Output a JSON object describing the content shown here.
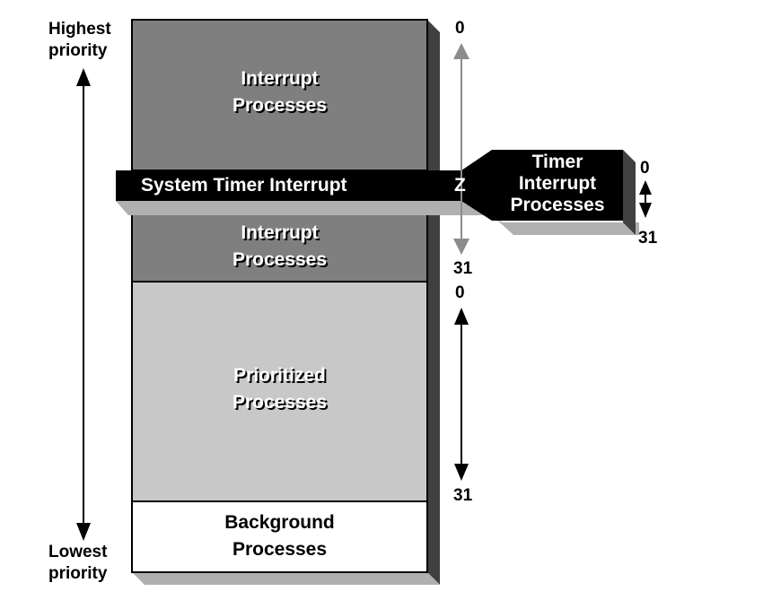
{
  "diagram": {
    "axis": {
      "top_label_line1": "Highest",
      "top_label_line2": "priority",
      "bottom_label_line1": "Lowest",
      "bottom_label_line2": "priority"
    },
    "stack": [
      {
        "id": "interrupt-upper",
        "line1": "Interrupt",
        "line2": "Processes",
        "fill": "#7f7f7f"
      },
      {
        "id": "system-timer",
        "line1": "System Timer Interrupt",
        "marker": "Z",
        "fill": "#000000"
      },
      {
        "id": "interrupt-lower",
        "line1": "Interrupt",
        "line2": "Processes",
        "fill": "#7f7f7f"
      },
      {
        "id": "prioritized",
        "line1": "Prioritized",
        "line2": "Processes",
        "fill": "#c8c8c8"
      },
      {
        "id": "background",
        "line1": "Background",
        "line2": "Processes",
        "fill": "#ffffff"
      }
    ],
    "timer_box": {
      "line1": "Timer",
      "line2": "Interrupt",
      "line3": "Processes",
      "range_top": "0",
      "range_bottom": "31"
    },
    "ranges": {
      "interrupt_top": "0",
      "interrupt_bottom": "31",
      "prioritized_top": "0",
      "prioritized_bottom": "31"
    },
    "colors": {
      "side_shadow": "#404040",
      "bottom_shadow": "#b0b0b0",
      "gray_arrow": "#8c8c8c"
    }
  }
}
